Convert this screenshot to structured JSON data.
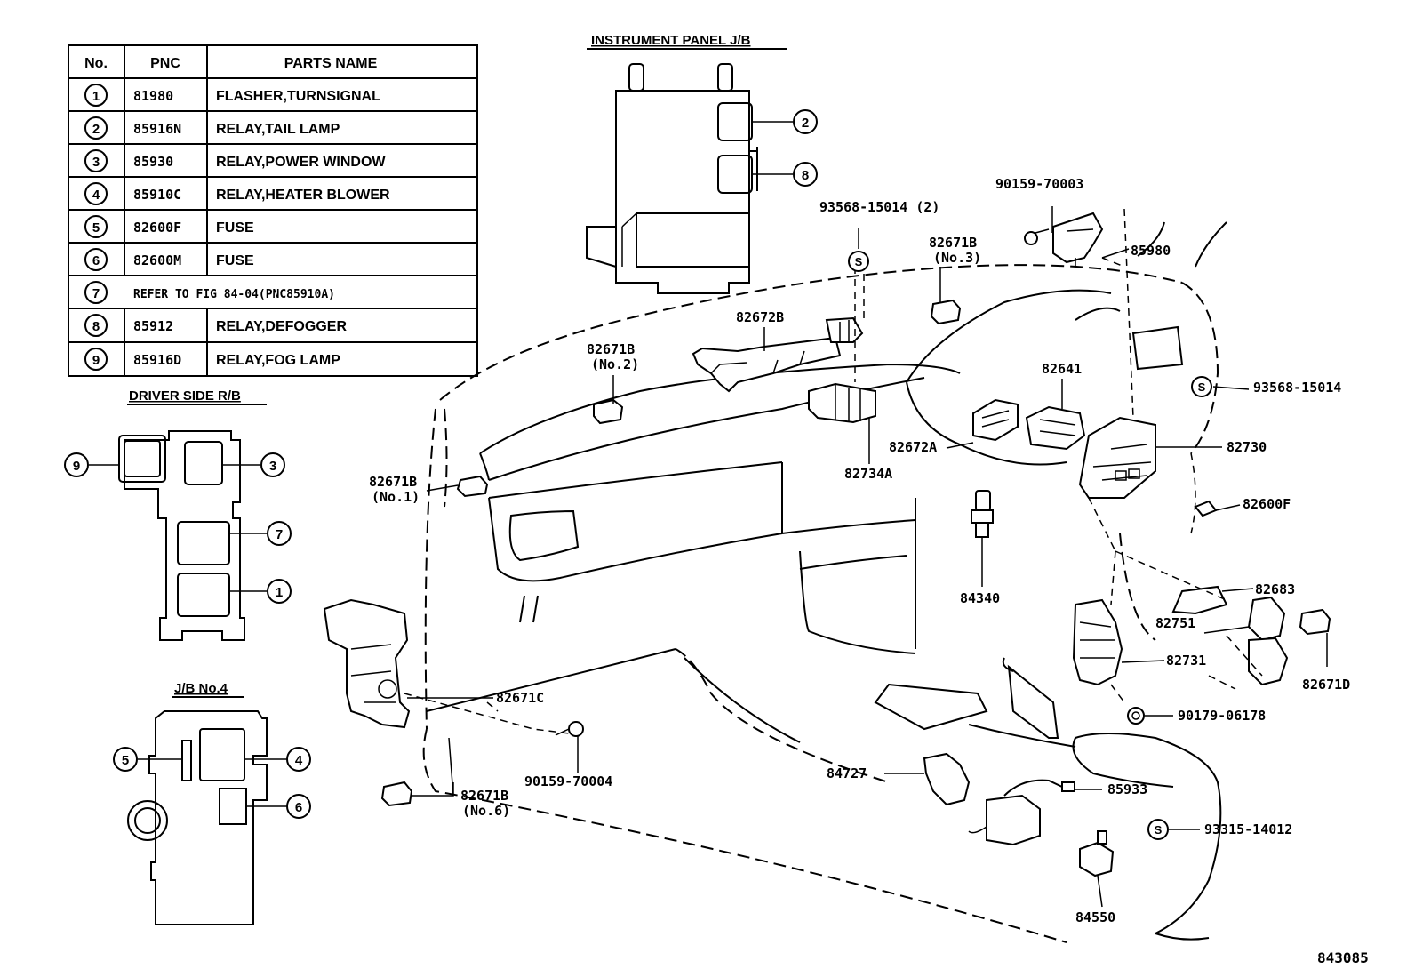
{
  "parts_table": {
    "headers": [
      "No.",
      "PNC",
      "PARTS NAME"
    ],
    "rows": [
      {
        "no": "1",
        "pnc": "81980",
        "name": "FLASHER,TURNSIGNAL"
      },
      {
        "no": "2",
        "pnc": "85916N",
        "name": "RELAY,TAIL LAMP"
      },
      {
        "no": "3",
        "pnc": "85930",
        "name": "RELAY,POWER WINDOW"
      },
      {
        "no": "4",
        "pnc": "85910C",
        "name": "RELAY,HEATER BLOWER"
      },
      {
        "no": "5",
        "pnc": "82600F",
        "name": "FUSE"
      },
      {
        "no": "6",
        "pnc": "82600M",
        "name": "FUSE"
      },
      {
        "no": "7",
        "pnc": "",
        "name": "REFER TO FIG 84-04(PNC85910A)"
      },
      {
        "no": "8",
        "pnc": "85912",
        "name": "RELAY,DEFOGGER"
      },
      {
        "no": "9",
        "pnc": "85916D",
        "name": "RELAY,FOG LAMP"
      }
    ]
  },
  "sections": {
    "instrument_panel_jb": "INSTRUMENT PANEL J/B",
    "driver_side_rb": "DRIVER SIDE R/B",
    "jb_no4": "J/B No.4"
  },
  "callouts": {
    "c_93568_2": "93568-15014 (2)",
    "c_90159_70003": "90159-70003",
    "c_85980": "85980",
    "c_82671b_no3": "82671B",
    "c_no3": "(No.3)",
    "c_82672b": "82672B",
    "c_82671b_no2": "82671B",
    "c_no2": "(No.2)",
    "c_93568_15014": "93568-15014",
    "c_82641": "82641",
    "c_82672a": "82672A",
    "c_82730": "82730",
    "c_82734a": "82734A",
    "c_82671b_no1": "82671B",
    "c_no1": "(No.1)",
    "c_82600f": "82600F",
    "c_84340": "84340",
    "c_82683": "82683",
    "c_82751": "82751",
    "c_82731": "82731",
    "c_82671d": "82671D",
    "c_82671c": "82671C",
    "c_90179_06178": "90179-06178",
    "c_90159_70004": "90159-70004",
    "c_84727": "84727",
    "c_85933": "85933",
    "c_82671b_no6": "82671B",
    "c_no6": "(No.6)",
    "c_93315_14012": "93315-14012",
    "c_84550": "84550",
    "s_mark": "S",
    "fig_no": "843085"
  }
}
